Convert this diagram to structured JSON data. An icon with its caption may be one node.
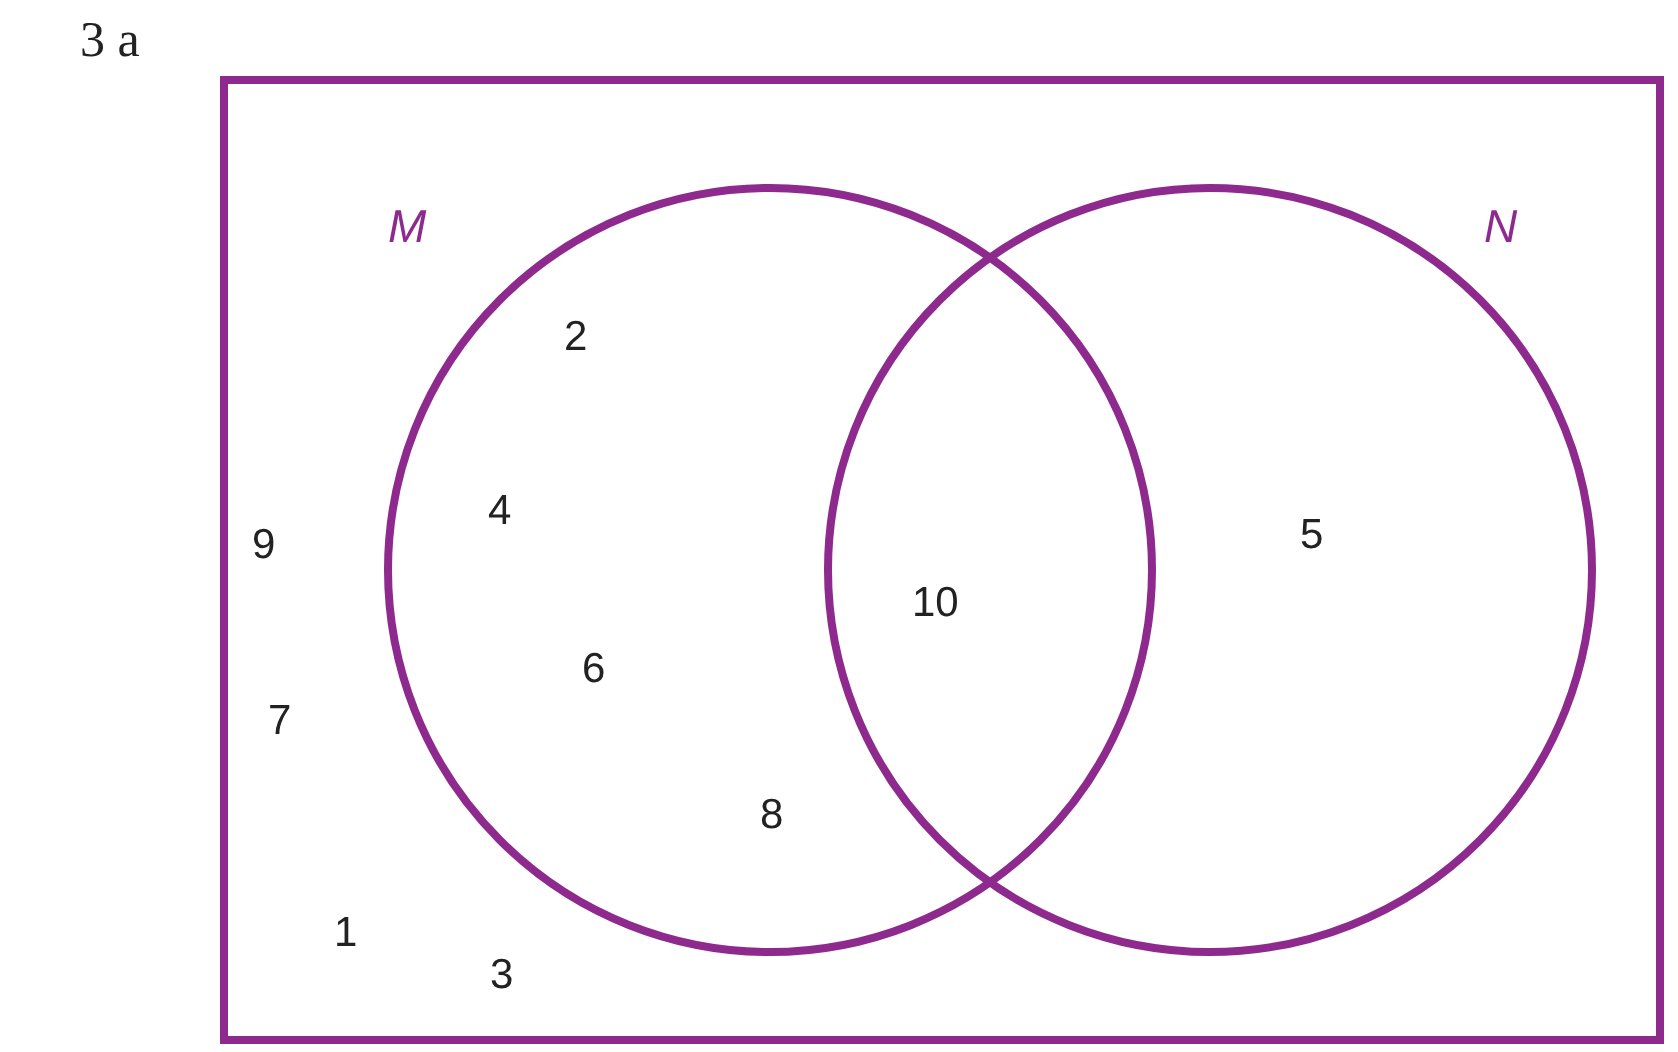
{
  "diagram": {
    "nodes": [
      {
        "text": [],
        "shape": "box"
      },
      {
        "text": [
          "M"
        ],
        "in": 0
      },
      {
        "text": [
          "N"
        ],
        "in": 0
      }
    ],
    "labels": [
      "3 a",
      "2",
      "4",
      "5",
      "9",
      "10",
      "6",
      "7",
      "8",
      "1",
      "3"
    ]
  }
}
